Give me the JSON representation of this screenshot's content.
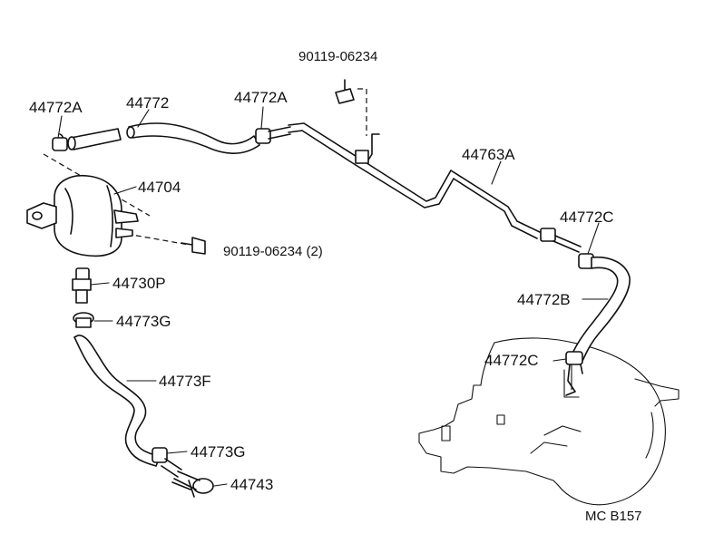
{
  "parts": {
    "clip_a_left": "44772A",
    "hose_upper": "44772",
    "clip_a_right": "44772A",
    "bolt_top": "90119-06234",
    "tank": "44704",
    "bolt_tank": "90119-06234 (2)",
    "pipe": "44763A",
    "clip_c_upper": "44772C",
    "hose_b": "44772B",
    "clip_c_lower": "44772C",
    "check_valve": "44730P",
    "clip_g_upper": "44773G",
    "hose_f": "44773F",
    "clip_g_lower": "44773G",
    "union": "44743"
  },
  "diagram_code": "MC B157"
}
